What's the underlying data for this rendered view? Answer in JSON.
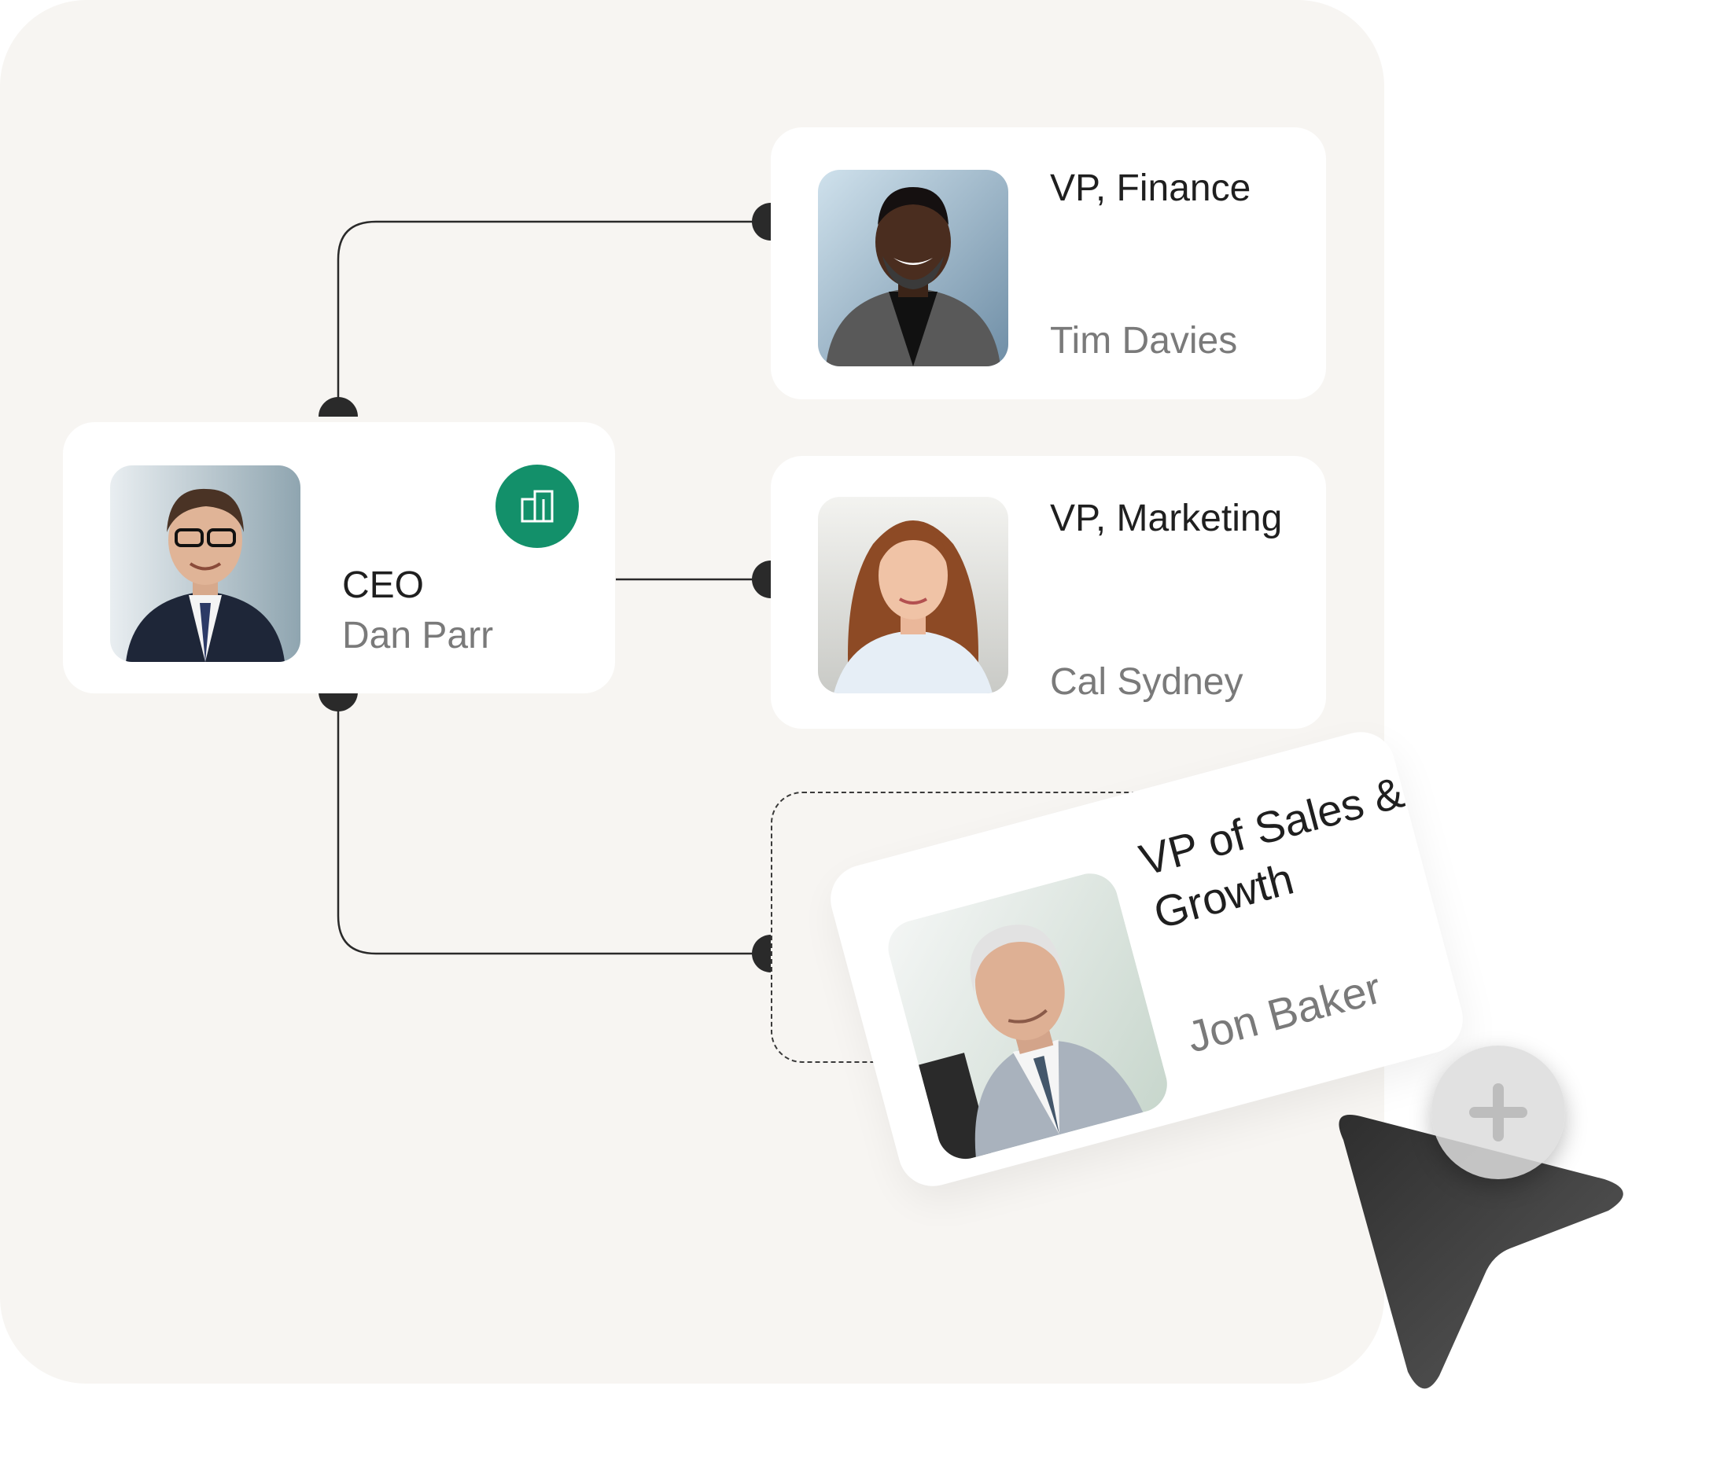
{
  "ceo": {
    "role": "CEO",
    "name": "Dan Parr",
    "badge_icon": "org-chart-icon"
  },
  "vp_finance": {
    "role": "VP, Finance",
    "name": "Tim Davies"
  },
  "vp_marketing": {
    "role": "VP, Marketing",
    "name": "Cal Sydney"
  },
  "vp_sales": {
    "role_line1": "VP of Sales &",
    "role_line2": "Growth",
    "name": "Jon Baker"
  },
  "cursor": {
    "icon": "pointer-cursor-icon",
    "badge_icon": "plus-icon"
  },
  "colors": {
    "canvas": "#f7f5f2",
    "accent": "#13906a",
    "line": "#2a2a2a",
    "card": "#ffffff"
  }
}
